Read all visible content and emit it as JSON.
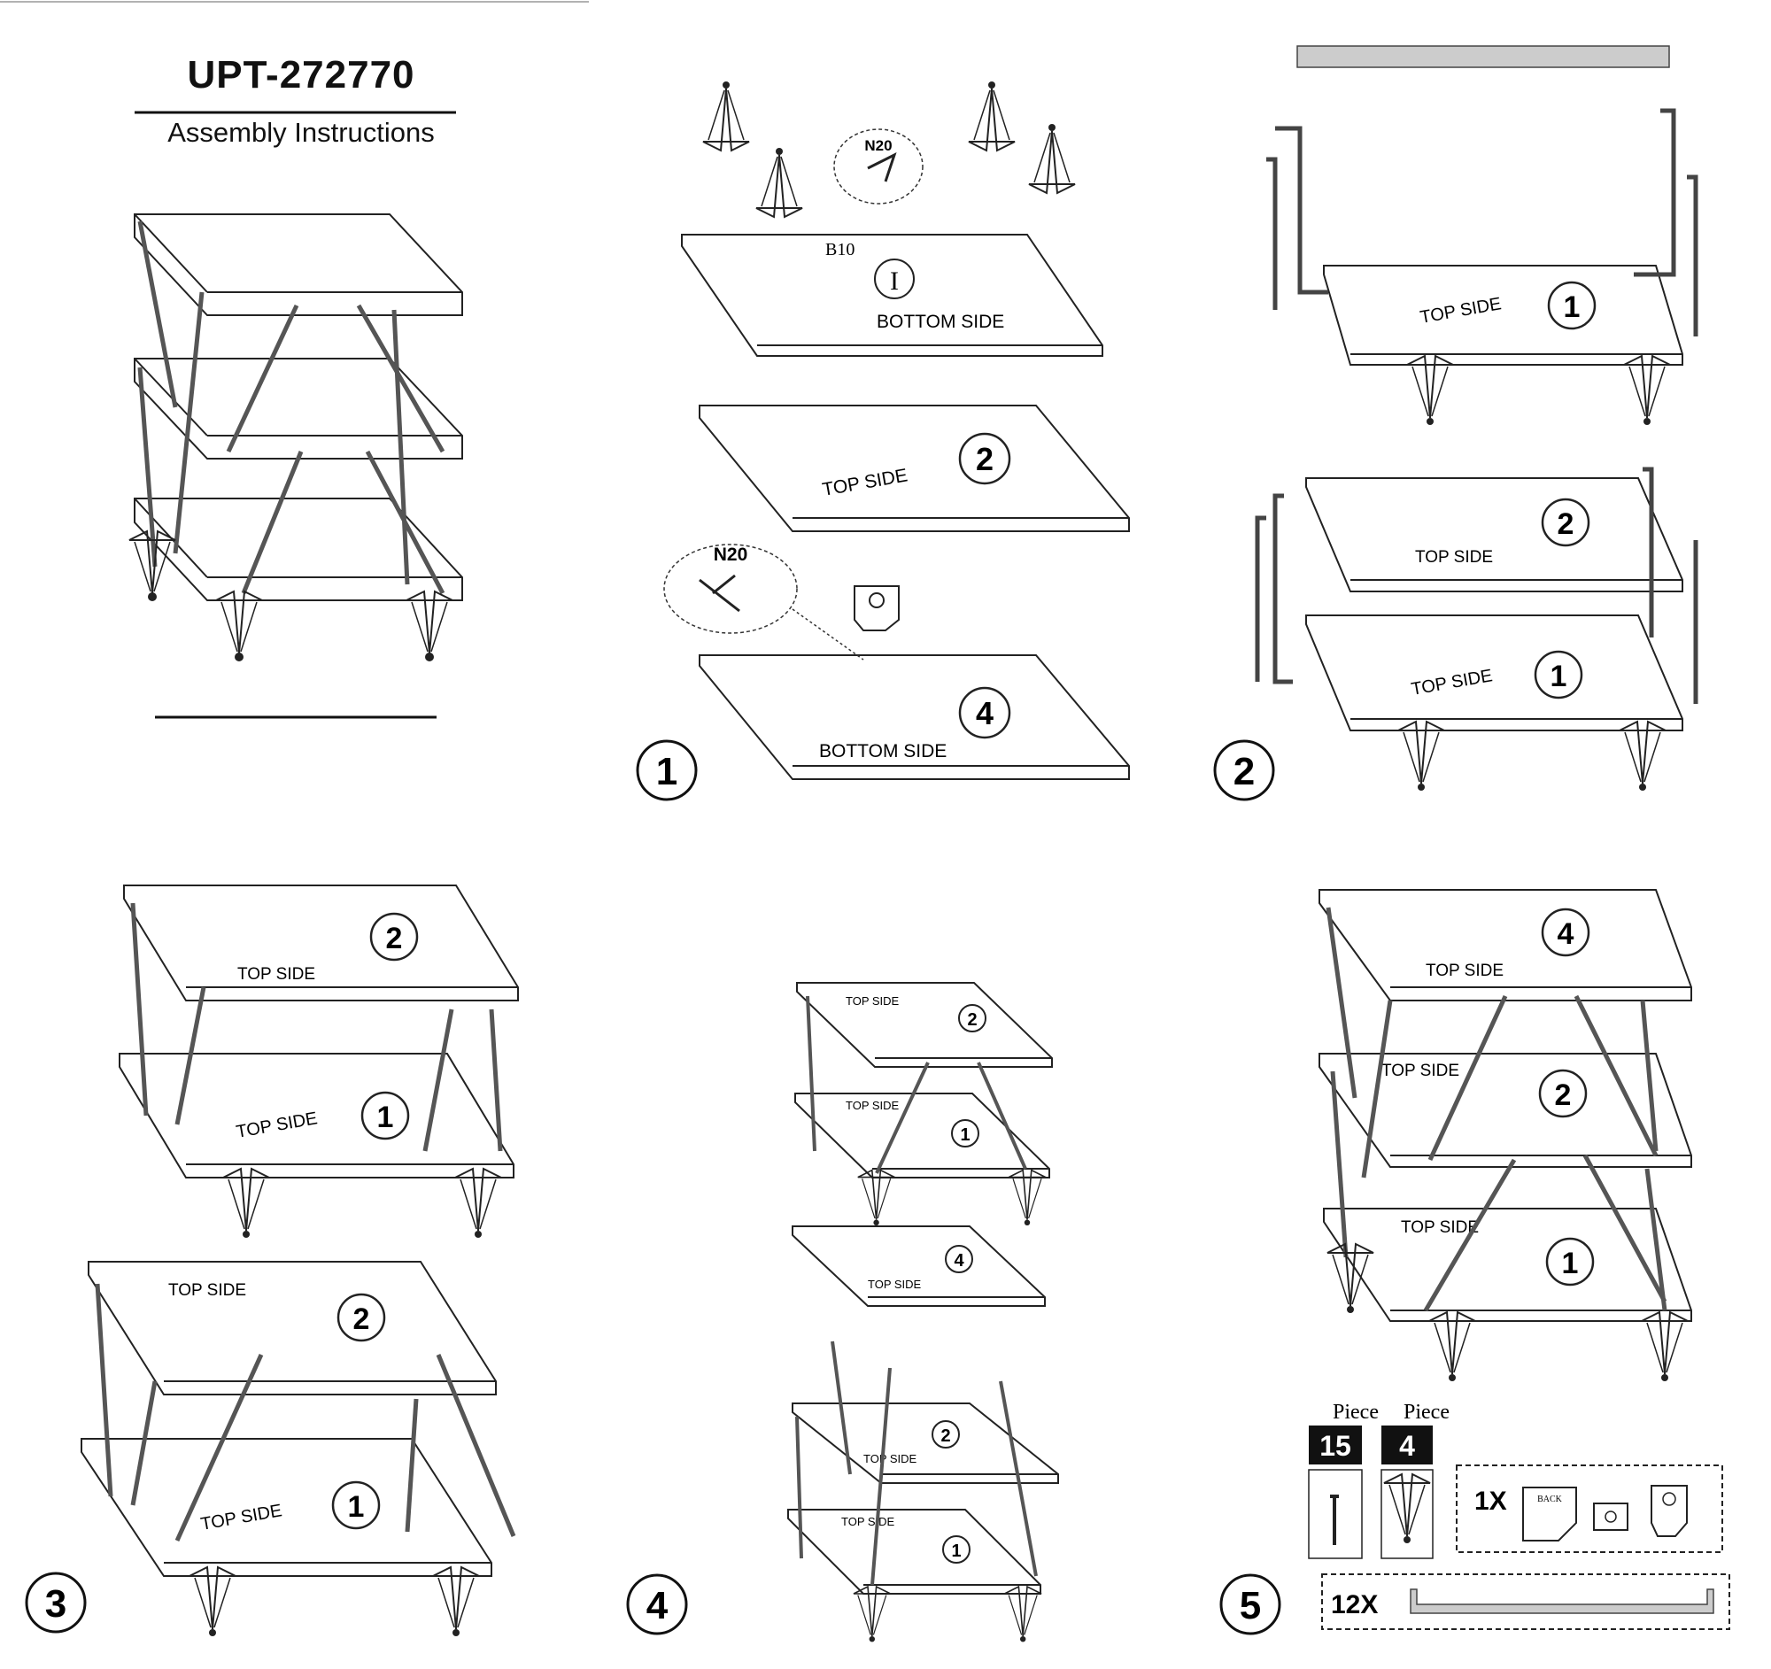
{
  "header": {
    "model": "UPT-272770",
    "subtitle": "Assembly Instructions"
  },
  "steps": [
    {
      "number": "1"
    },
    {
      "number": "2"
    },
    {
      "number": "3"
    },
    {
      "number": "4"
    },
    {
      "number": "5"
    }
  ],
  "labels": {
    "bottom_side": "BOTTOM SIDE",
    "top_side": "TOP SIDE",
    "screw_code": "N20",
    "leg_screw_code": "B10",
    "back_label": "BACK"
  },
  "shelf_numbers": {
    "one": "1",
    "two": "2",
    "four": "4",
    "roman_one": "I"
  },
  "parts": {
    "piece_label": "Piece",
    "screws_qty": "15",
    "legs_qty": "4",
    "hardware_mult": "1X",
    "rods_mult": "12X"
  }
}
